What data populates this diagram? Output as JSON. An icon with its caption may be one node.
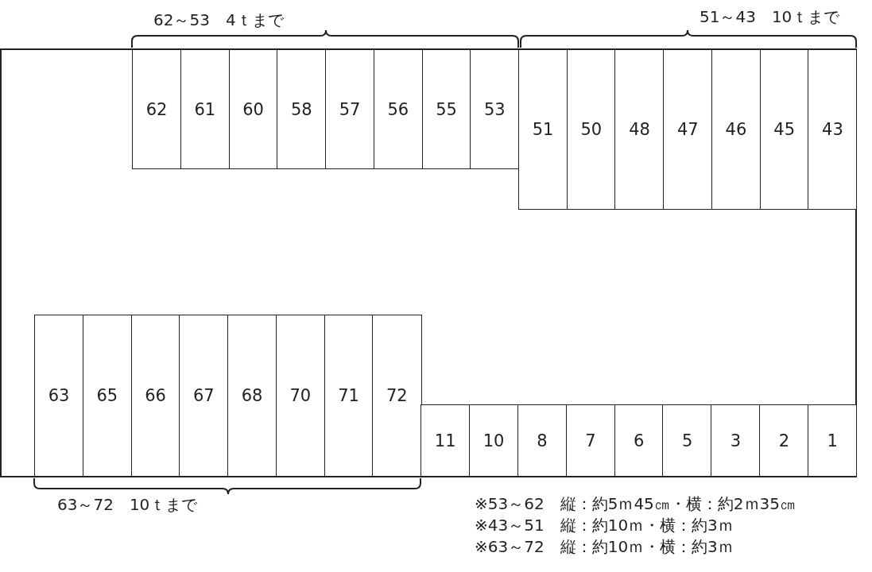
{
  "diagram": {
    "nodes": [
      {
        "text": [
          "62"
        ]
      },
      {
        "text": [
          "61"
        ]
      },
      {
        "text": [
          "60"
        ]
      },
      {
        "text": [
          "58"
        ]
      },
      {
        "text": [
          "57"
        ]
      },
      {
        "text": [
          "56"
        ]
      },
      {
        "text": [
          "55"
        ]
      },
      {
        "text": [
          "53"
        ]
      },
      {
        "text": [
          "51"
        ]
      },
      {
        "text": [
          "50"
        ]
      },
      {
        "text": [
          "48"
        ]
      },
      {
        "text": [
          "47"
        ]
      },
      {
        "text": [
          "46"
        ]
      },
      {
        "text": [
          "45"
        ]
      },
      {
        "text": [
          "43"
        ]
      },
      {
        "text": [
          "63"
        ]
      },
      {
        "text": [
          "65"
        ]
      },
      {
        "text": [
          "66"
        ]
      },
      {
        "text": [
          "67"
        ]
      },
      {
        "text": [
          "68"
        ]
      },
      {
        "text": [
          "70"
        ]
      },
      {
        "text": [
          "71"
        ]
      },
      {
        "text": [
          "72"
        ]
      },
      {
        "text": [
          "11"
        ]
      },
      {
        "text": [
          "10"
        ]
      },
      {
        "text": [
          "8"
        ]
      },
      {
        "text": [
          "7"
        ]
      },
      {
        "text": [
          "6"
        ]
      },
      {
        "text": [
          "5"
        ]
      },
      {
        "text": [
          "3"
        ]
      },
      {
        "text": [
          "2"
        ]
      },
      {
        "text": [
          "1"
        ]
      }
    ],
    "labels": [
      "62～53　4ｔまで",
      "51～43　10ｔまで",
      "63～72　10ｔまで",
      "※53～62　縦：約5ｍ45㎝・横：約2ｍ35㎝",
      "※43～51　縦：約10ｍ・横：約3ｍ",
      "※63～72　縦：約10ｍ・横：約3ｍ"
    ]
  }
}
